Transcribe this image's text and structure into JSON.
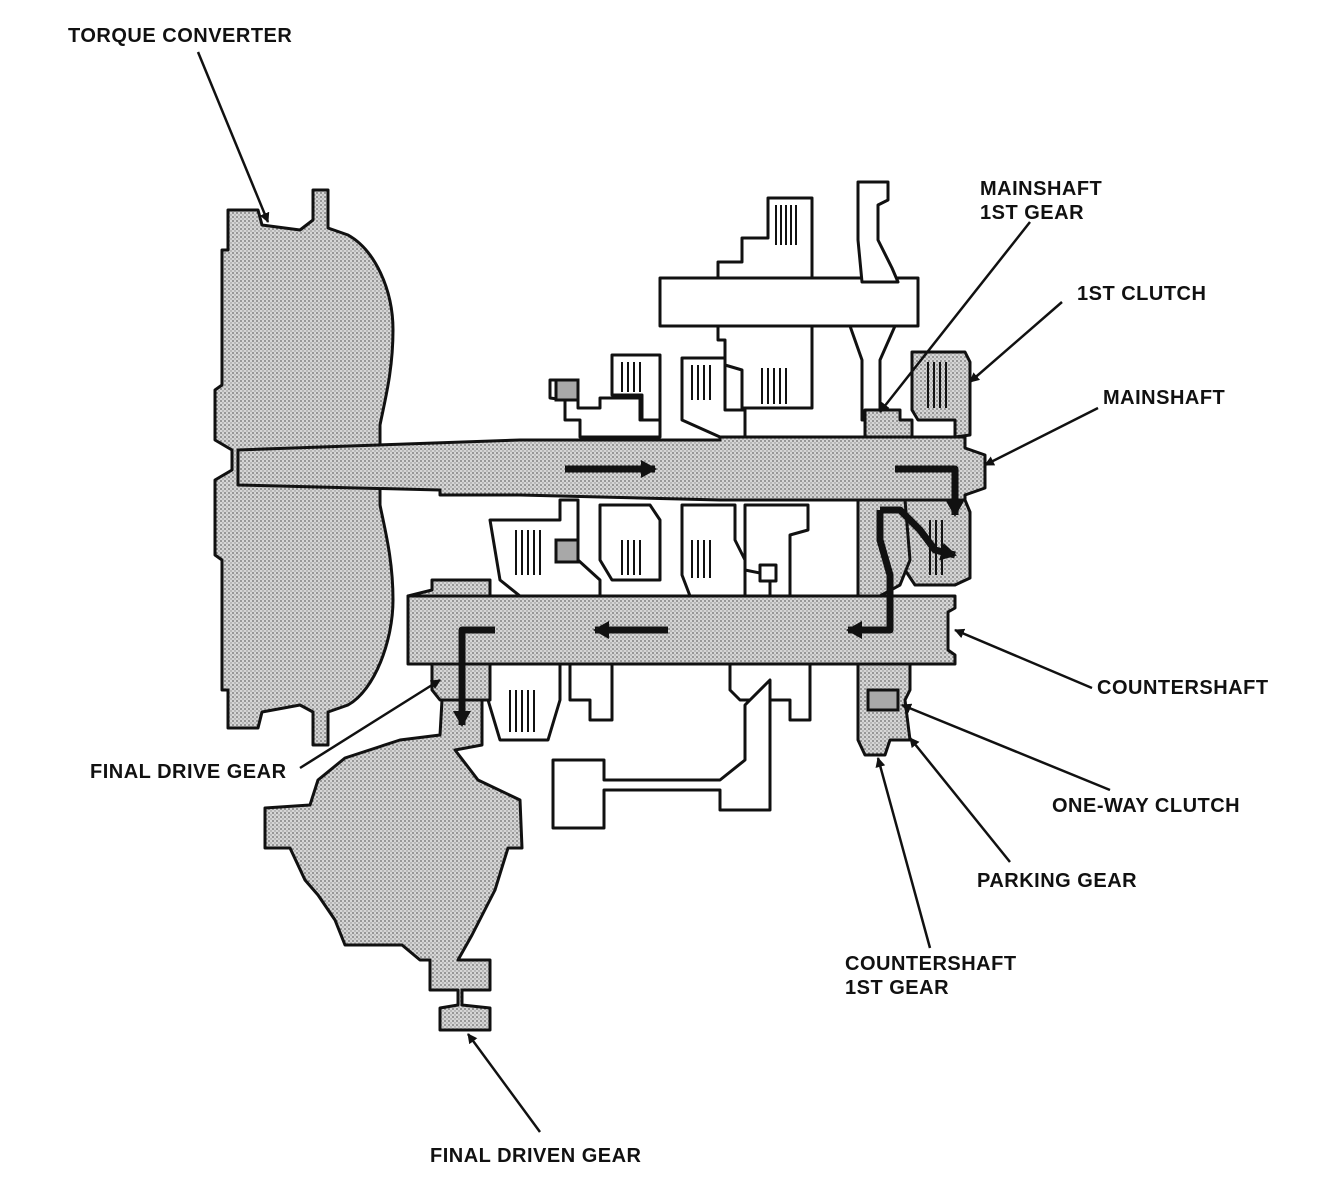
{
  "labels": {
    "torque_converter": "TORQUE CONVERTER",
    "mainshaft_1st_gear_line1": "MAINSHAFT",
    "mainshaft_1st_gear_line2": "1ST GEAR",
    "first_clutch": "1ST CLUTCH",
    "mainshaft": "MAINSHAFT",
    "countershaft": "COUNTERSHAFT",
    "one_way_clutch": "ONE-WAY CLUTCH",
    "parking_gear": "PARKING GEAR",
    "countershaft_1st_gear_line1": "COUNTERSHAFT",
    "countershaft_1st_gear_line2": "1ST GEAR",
    "final_drive_gear": "FINAL DRIVE GEAR",
    "final_driven_gear": "FINAL DRIVEN GEAR"
  },
  "colors": {
    "shaded_parts": "#cfcfcf",
    "outline": "#111111",
    "background": "#ffffff"
  }
}
